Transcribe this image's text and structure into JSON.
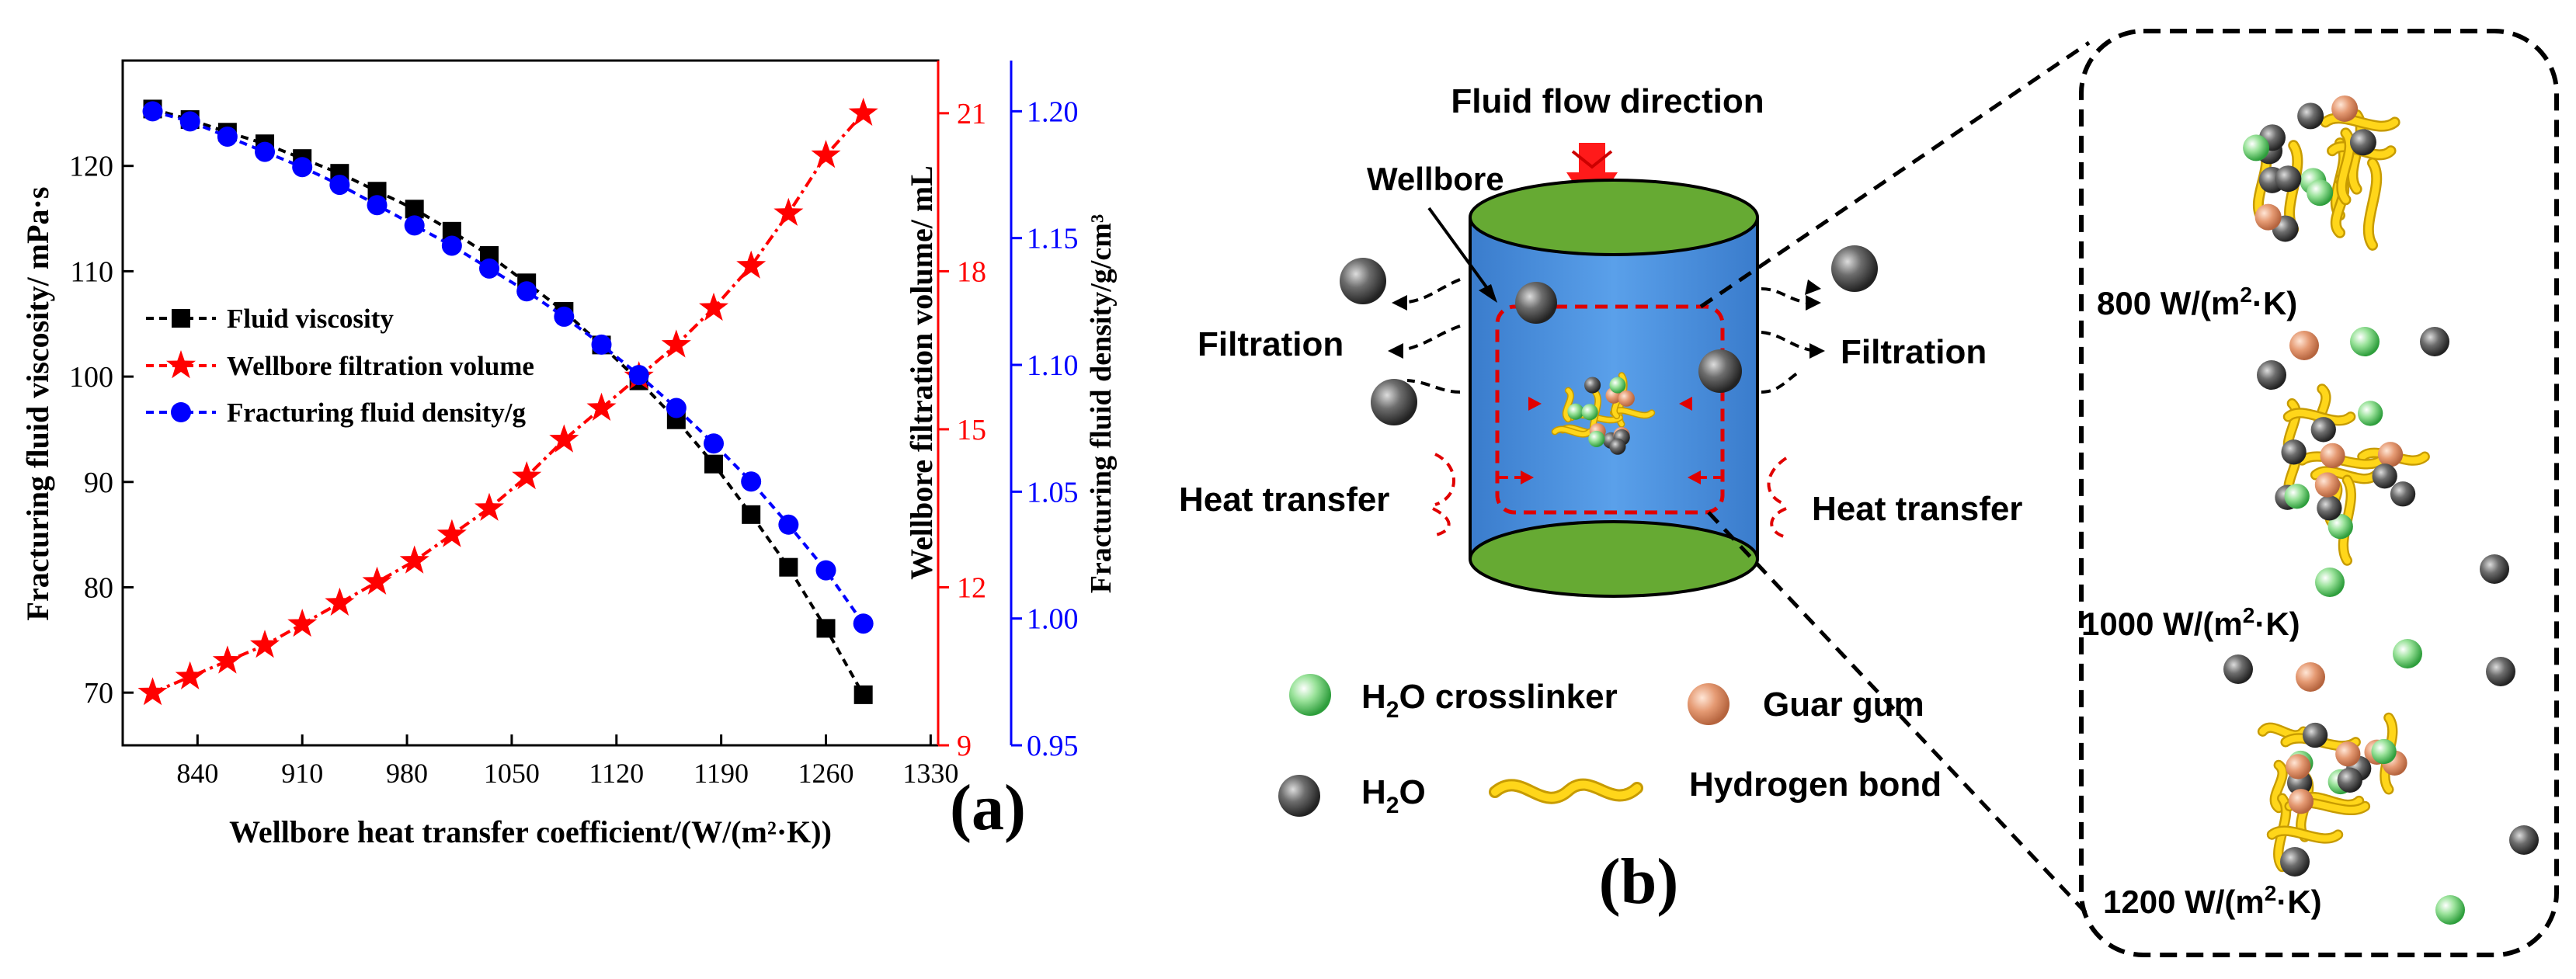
{
  "chart_data": {
    "type": "line",
    "x": [
      810,
      835,
      860,
      885,
      910,
      935,
      960,
      985,
      1010,
      1035,
      1060,
      1085,
      1110,
      1135,
      1160,
      1185,
      1210,
      1235,
      1260,
      1285
    ],
    "x_label": "Wellbore heat transfer coefficient/(W/(m²·K))",
    "x_ticks": [
      "840",
      "910",
      "980",
      "1050",
      "1120",
      "1190",
      "1260",
      "1330"
    ],
    "x_tick_values": [
      840,
      910,
      980,
      1050,
      1120,
      1190,
      1260,
      1330
    ],
    "xlim": [
      790,
      1335
    ],
    "axes": {
      "left": {
        "label": "Fracturing fluid viscosity/ mPa·s",
        "ticks": [
          "70",
          "80",
          "90",
          "100",
          "110",
          "120"
        ],
        "tick_values": [
          70,
          80,
          90,
          100,
          110,
          120
        ],
        "ylim": [
          65,
          130
        ],
        "color": "#000000"
      },
      "right1": {
        "label": "Wellbore filtration volume/ mL",
        "ticks": [
          "9",
          "12",
          "15",
          "18",
          "21"
        ],
        "tick_values": [
          9,
          12,
          15,
          18,
          21
        ],
        "ylim": [
          9,
          22
        ],
        "color": "#ff0000"
      },
      "right2": {
        "label": "Fracturing fluid density/g/cm³",
        "ticks": [
          "0.95",
          "1.00",
          "1.05",
          "1.10",
          "1.15",
          "1.20"
        ],
        "tick_values": [
          0.95,
          1.0,
          1.05,
          1.1,
          1.15,
          1.2
        ],
        "ylim": [
          0.95,
          1.22
        ],
        "color": "#0000ff"
      }
    },
    "series": [
      {
        "name": "Fluid viscosity",
        "axis": "left",
        "color": "#000000",
        "marker": "square",
        "values": [
          125.4,
          124.4,
          123.2,
          122.1,
          120.7,
          119.3,
          117.6,
          115.9,
          113.8,
          111.5,
          108.9,
          106.2,
          103.0,
          99.6,
          95.9,
          91.7,
          86.9,
          81.9,
          76.1,
          69.8
        ]
      },
      {
        "name": "Wellbore filtration volume",
        "axis": "right1",
        "color": "#ff0000",
        "marker": "star",
        "values": [
          10.0,
          10.3,
          10.6,
          10.9,
          11.3,
          11.7,
          12.1,
          12.5,
          13.0,
          13.5,
          14.1,
          14.8,
          15.4,
          16.0,
          16.6,
          17.3,
          18.1,
          19.1,
          20.2,
          21.0
        ]
      },
      {
        "name": "Fracturing fluid density/g",
        "axis": "right2",
        "color": "#0000ff",
        "marker": "circle",
        "values": [
          1.2,
          1.196,
          1.19,
          1.184,
          1.178,
          1.171,
          1.163,
          1.155,
          1.147,
          1.138,
          1.129,
          1.119,
          1.108,
          1.096,
          1.083,
          1.069,
          1.054,
          1.037,
          1.019,
          0.998
        ]
      }
    ],
    "legend_position": "middle-left",
    "grid": false,
    "panel_label": "(a)"
  },
  "diagram": {
    "title": "Fluid flow direction",
    "wellbore_label": "Wellbore",
    "filtration_left": "Filtration",
    "filtration_right": "Filtration",
    "heat_left": "Heat transfer",
    "heat_right": "Heat transfer",
    "panel_label": "(b)",
    "legend": {
      "crosslinker_pre": "H",
      "crosslinker_sub": "2",
      "crosslinker_post": "O crosslinker",
      "guar": "Guar gum",
      "water_pre": "H",
      "water_sub": "2",
      "water_post": "O",
      "hbond": "Hydrogen bond"
    },
    "states": [
      {
        "pre": "800 W/(m",
        "post": "·K)"
      },
      {
        "pre": "1000 W/(m",
        "post": "·K)"
      },
      {
        "pre": "1200 W/(m",
        "post": "·K)"
      }
    ],
    "sup2": "2",
    "colors": {
      "cylinder_side": "#4a90d9",
      "cylinder_cap": "#66aa33",
      "arrow": "#ff1a1a",
      "dash": "#e00000",
      "fiber": "#f2c200"
    }
  }
}
